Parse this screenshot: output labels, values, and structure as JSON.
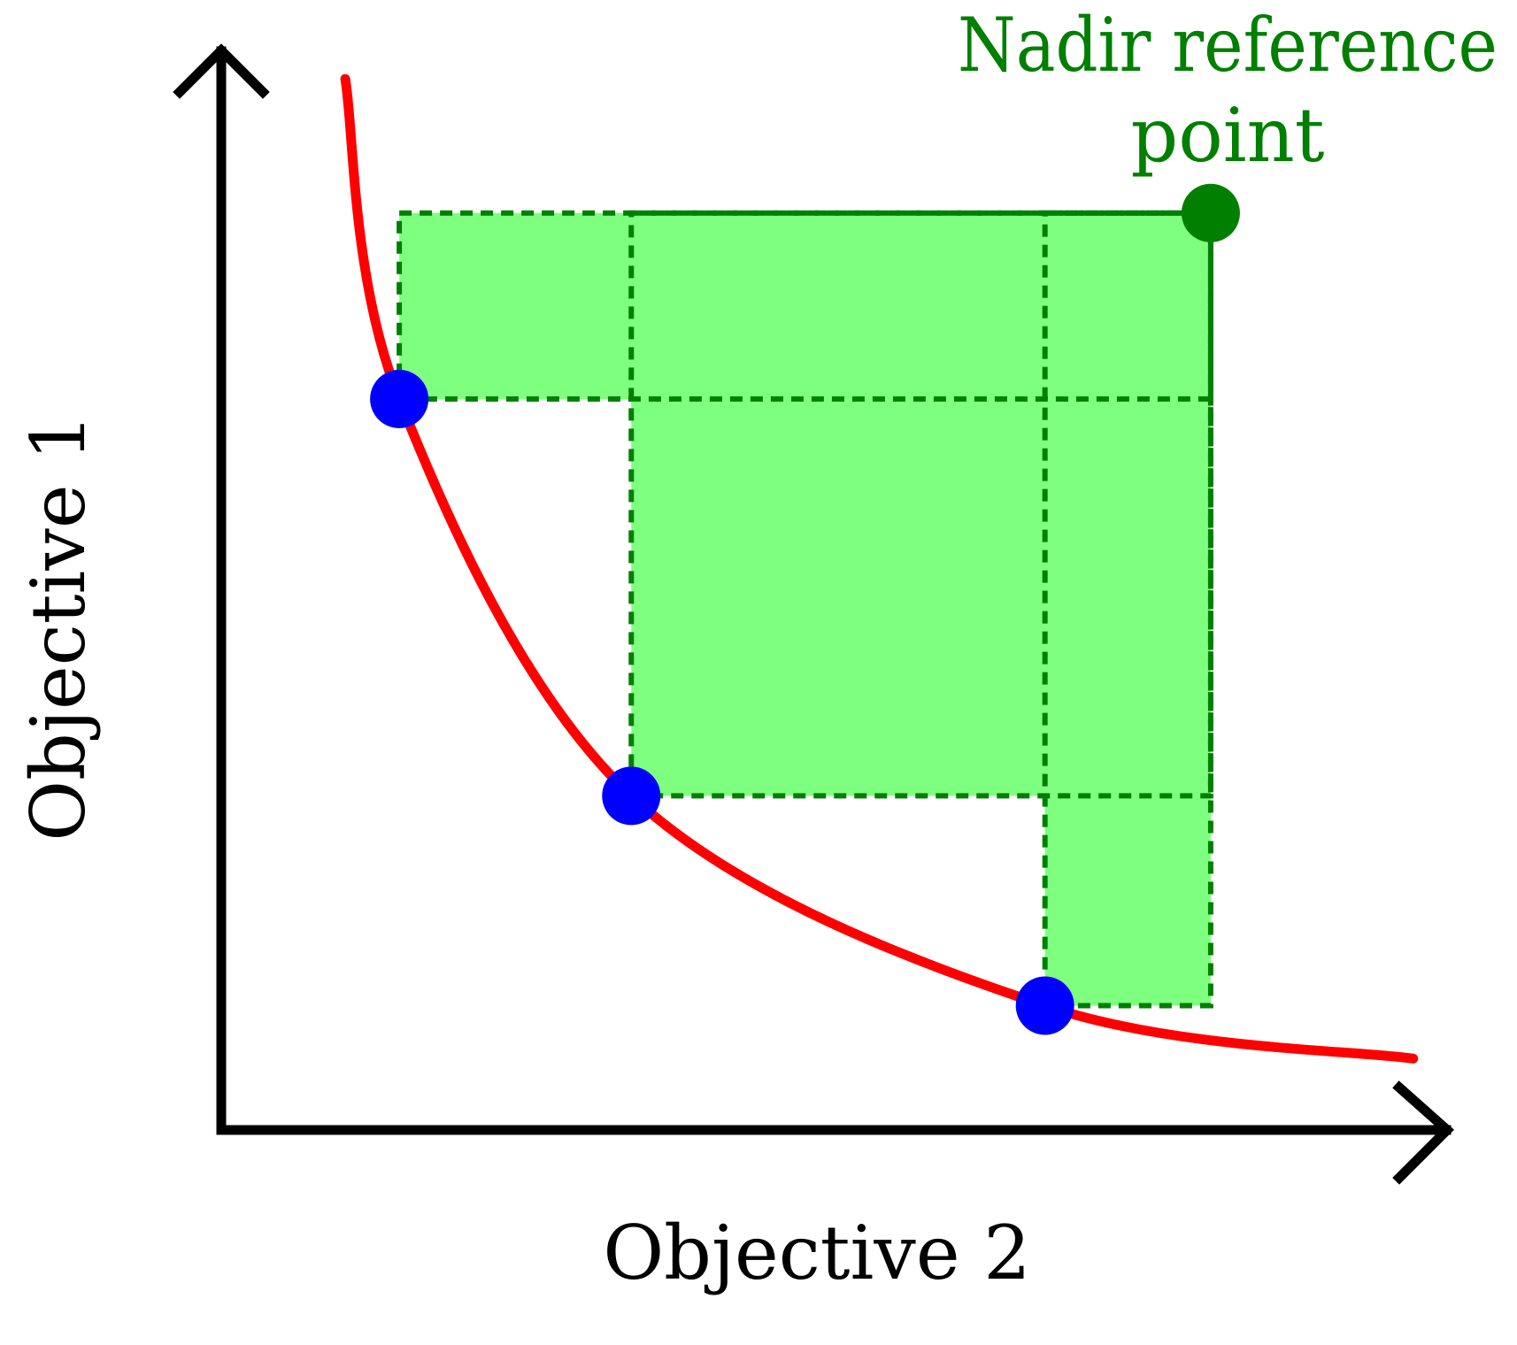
{
  "chart_data": {
    "type": "scatter",
    "xlabel": "Objective 2",
    "ylabel": "Objective 1",
    "xlim": [
      0,
      10
    ],
    "ylim": [
      0,
      10
    ],
    "grid": false,
    "pareto_front_curve": [
      [
        1.01,
        9.72
      ],
      [
        1.45,
        6.76
      ],
      [
        3.34,
        3.09
      ],
      [
        6.71,
        1.15
      ],
      [
        9.71,
        0.66
      ]
    ],
    "pareto_points": [
      [
        1.45,
        6.76
      ],
      [
        3.34,
        3.09
      ],
      [
        6.71,
        1.15
      ]
    ],
    "reference_point": [
      8.06,
      8.48
    ],
    "reference_label_lines": [
      "Nadir reference",
      "point"
    ],
    "colors": {
      "curve": "#ff0000",
      "points": "#0000ff",
      "reference": "#007f00",
      "hypervolume_fill": "#7fff7f",
      "box_border": "#007f00",
      "axes": "#000000"
    }
  }
}
